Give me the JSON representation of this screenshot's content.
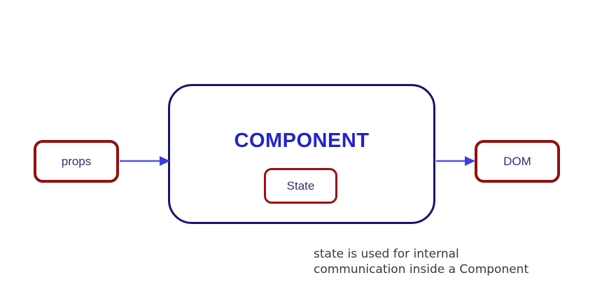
{
  "diagram": {
    "boxes": {
      "props": {
        "label": "props"
      },
      "component": {
        "title": "COMPONENT"
      },
      "state": {
        "label": "State"
      },
      "dom": {
        "label": "DOM"
      }
    },
    "arrows": [
      {
        "name": "props-to-component",
        "direction": "right"
      },
      {
        "name": "component-to-dom",
        "direction": "right"
      }
    ],
    "caption": {
      "line1": "state is used for internal",
      "line2": "communication inside a Component"
    }
  },
  "colors": {
    "background": "#ffffff",
    "red_box_border": "#8e1111",
    "component_border": "#161670",
    "component_title": "#2222cf",
    "box_label": "#3e2b78",
    "arrow_line": "#5353e8",
    "arrow_head": "#3d3de4",
    "caption_text": "#3a3a3a"
  }
}
